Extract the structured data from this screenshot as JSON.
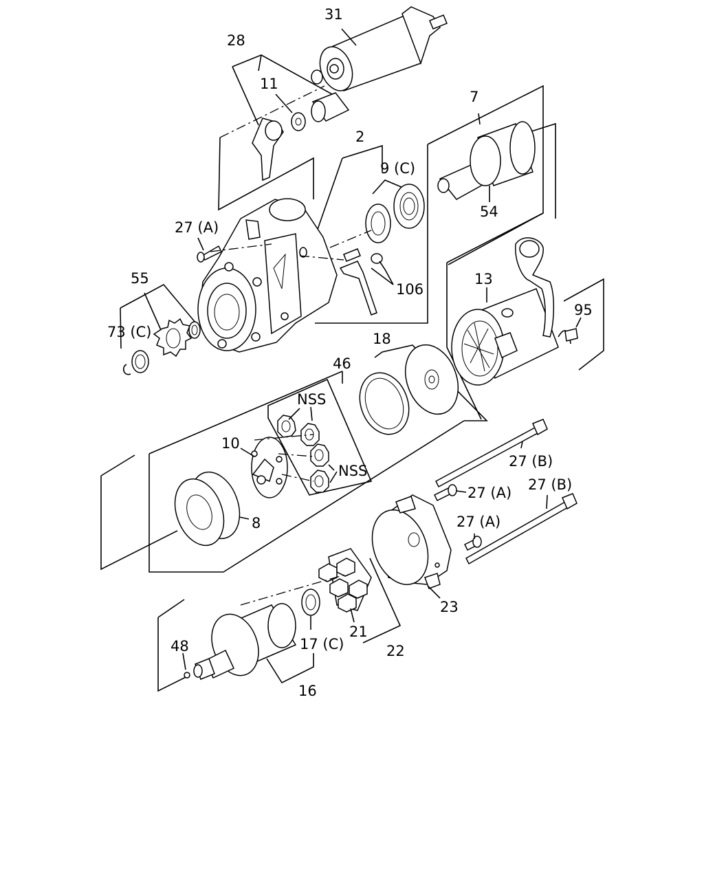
{
  "diagram": {
    "labels": {
      "p31": "31",
      "p28": "28",
      "p11": "11",
      "p7": "7",
      "p2": "2",
      "p9c": "9 (C)",
      "p54": "54",
      "p27a_top": "27 (A)",
      "p106": "106",
      "p55": "55",
      "p13": "13",
      "p73c": "73 (C)",
      "p95": "95",
      "p18": "18",
      "p46": "46",
      "nss1": "NSS",
      "p10": "10",
      "nss2": "NSS",
      "p27b_1": "27 (B)",
      "p27a_2": "27 (A)",
      "p27b_2": "27 (B)",
      "p8": "8",
      "p27a_3": "27 (A)",
      "p23": "23",
      "p48": "48",
      "p17c": "17 (C)",
      "p21": "21",
      "p22": "22",
      "p16": "16"
    }
  }
}
